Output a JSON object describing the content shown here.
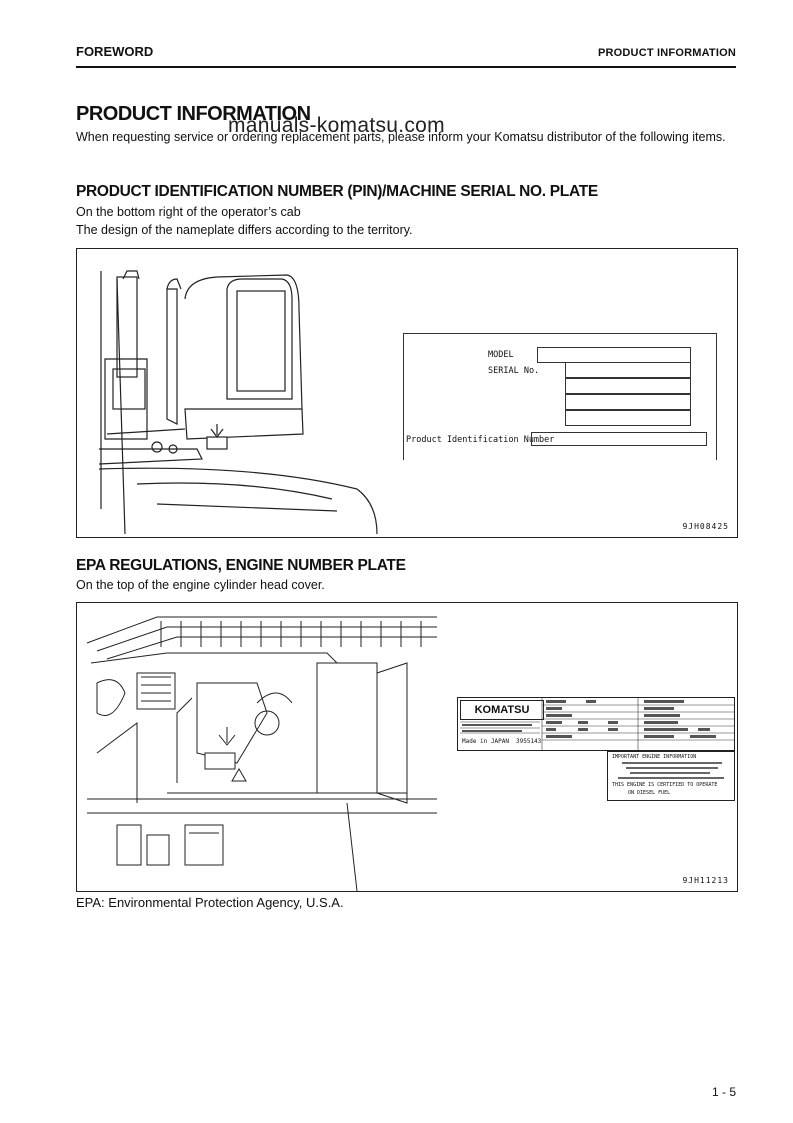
{
  "header": {
    "left": "FOREWORD",
    "right": "PRODUCT INFORMATION"
  },
  "title": "PRODUCT INFORMATION",
  "watermark": "manuals-komatsu.com",
  "intro": "When requesting service or ordering replacement parts, please inform your Komatsu distributor of the following items.",
  "section1": {
    "heading": "PRODUCT IDENTIFICATION NUMBER (PIN)/MACHINE SERIAL NO. PLATE",
    "line1": "On the bottom right of the operator’s cab",
    "line2": "The design of the nameplate differs according to the territory.",
    "figure_code": "9JH08425",
    "plate": {
      "model": "MODEL",
      "serial": "SERIAL No.",
      "pin": "Product Identification Number"
    }
  },
  "section2": {
    "heading": "EPA REGULATIONS, ENGINE NUMBER PLATE",
    "line1": "On the top of the engine cylinder head cover.",
    "figure_code": "9JH11213",
    "plate": {
      "brand": "KOMATSU",
      "made_in": "Made in JAPAN",
      "part_no": "3955143",
      "important": "IMPORTANT ENGINE INFORMATION",
      "epa_line": "THIS ENGINE IS CERTIFIED TO OPERATE",
      "diesel": "ON DIESEL FUEL"
    }
  },
  "footnote": "EPA: Environmental Protection Agency, U.S.A.",
  "page_number": "1 - 5"
}
